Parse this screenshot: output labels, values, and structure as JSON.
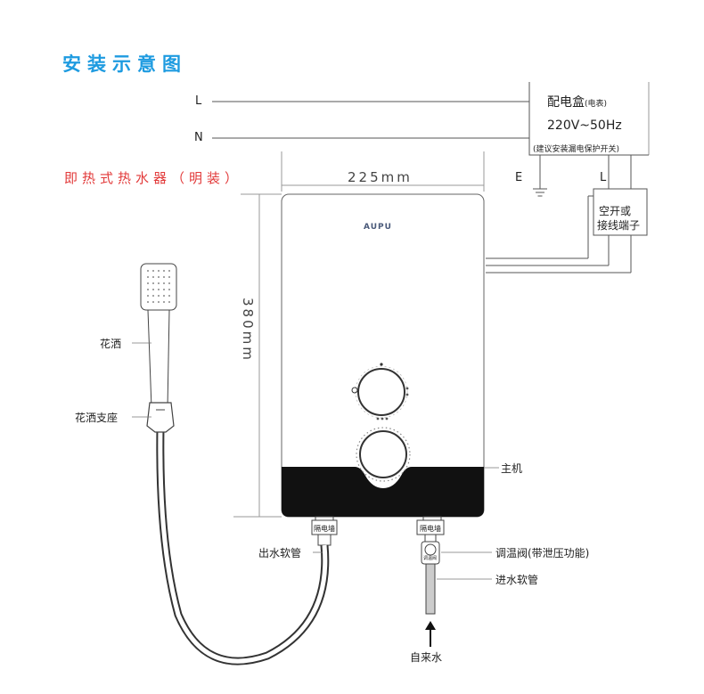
{
  "title": "安装示意图",
  "subtitle": "即热式热水器（明装）",
  "wiring": {
    "live": "L",
    "neutral": "N",
    "earth": "E",
    "box_live": "L"
  },
  "distribution_box": {
    "name": "配电盒",
    "note": "(电表)",
    "spec": "220V~50Hz",
    "advice": "(建议安装漏电保护开关)"
  },
  "switch_box": {
    "line1": "空开或",
    "line2": "接线端子"
  },
  "dimensions": {
    "width": "225mm",
    "height": "380mm"
  },
  "unit": {
    "brand": "AUPU",
    "main_label": "主机",
    "isolation_left": "隔电墙",
    "isolation_right": "隔电墙",
    "valve_mark": "调温阀"
  },
  "callouts": {
    "shower_head": "花洒",
    "shower_holder": "花洒支座",
    "outlet_hose": "出水软管",
    "temp_valve": "调温阀(带泄压功能)",
    "inlet_hose": "进水软管",
    "tap_water": "自来水"
  }
}
